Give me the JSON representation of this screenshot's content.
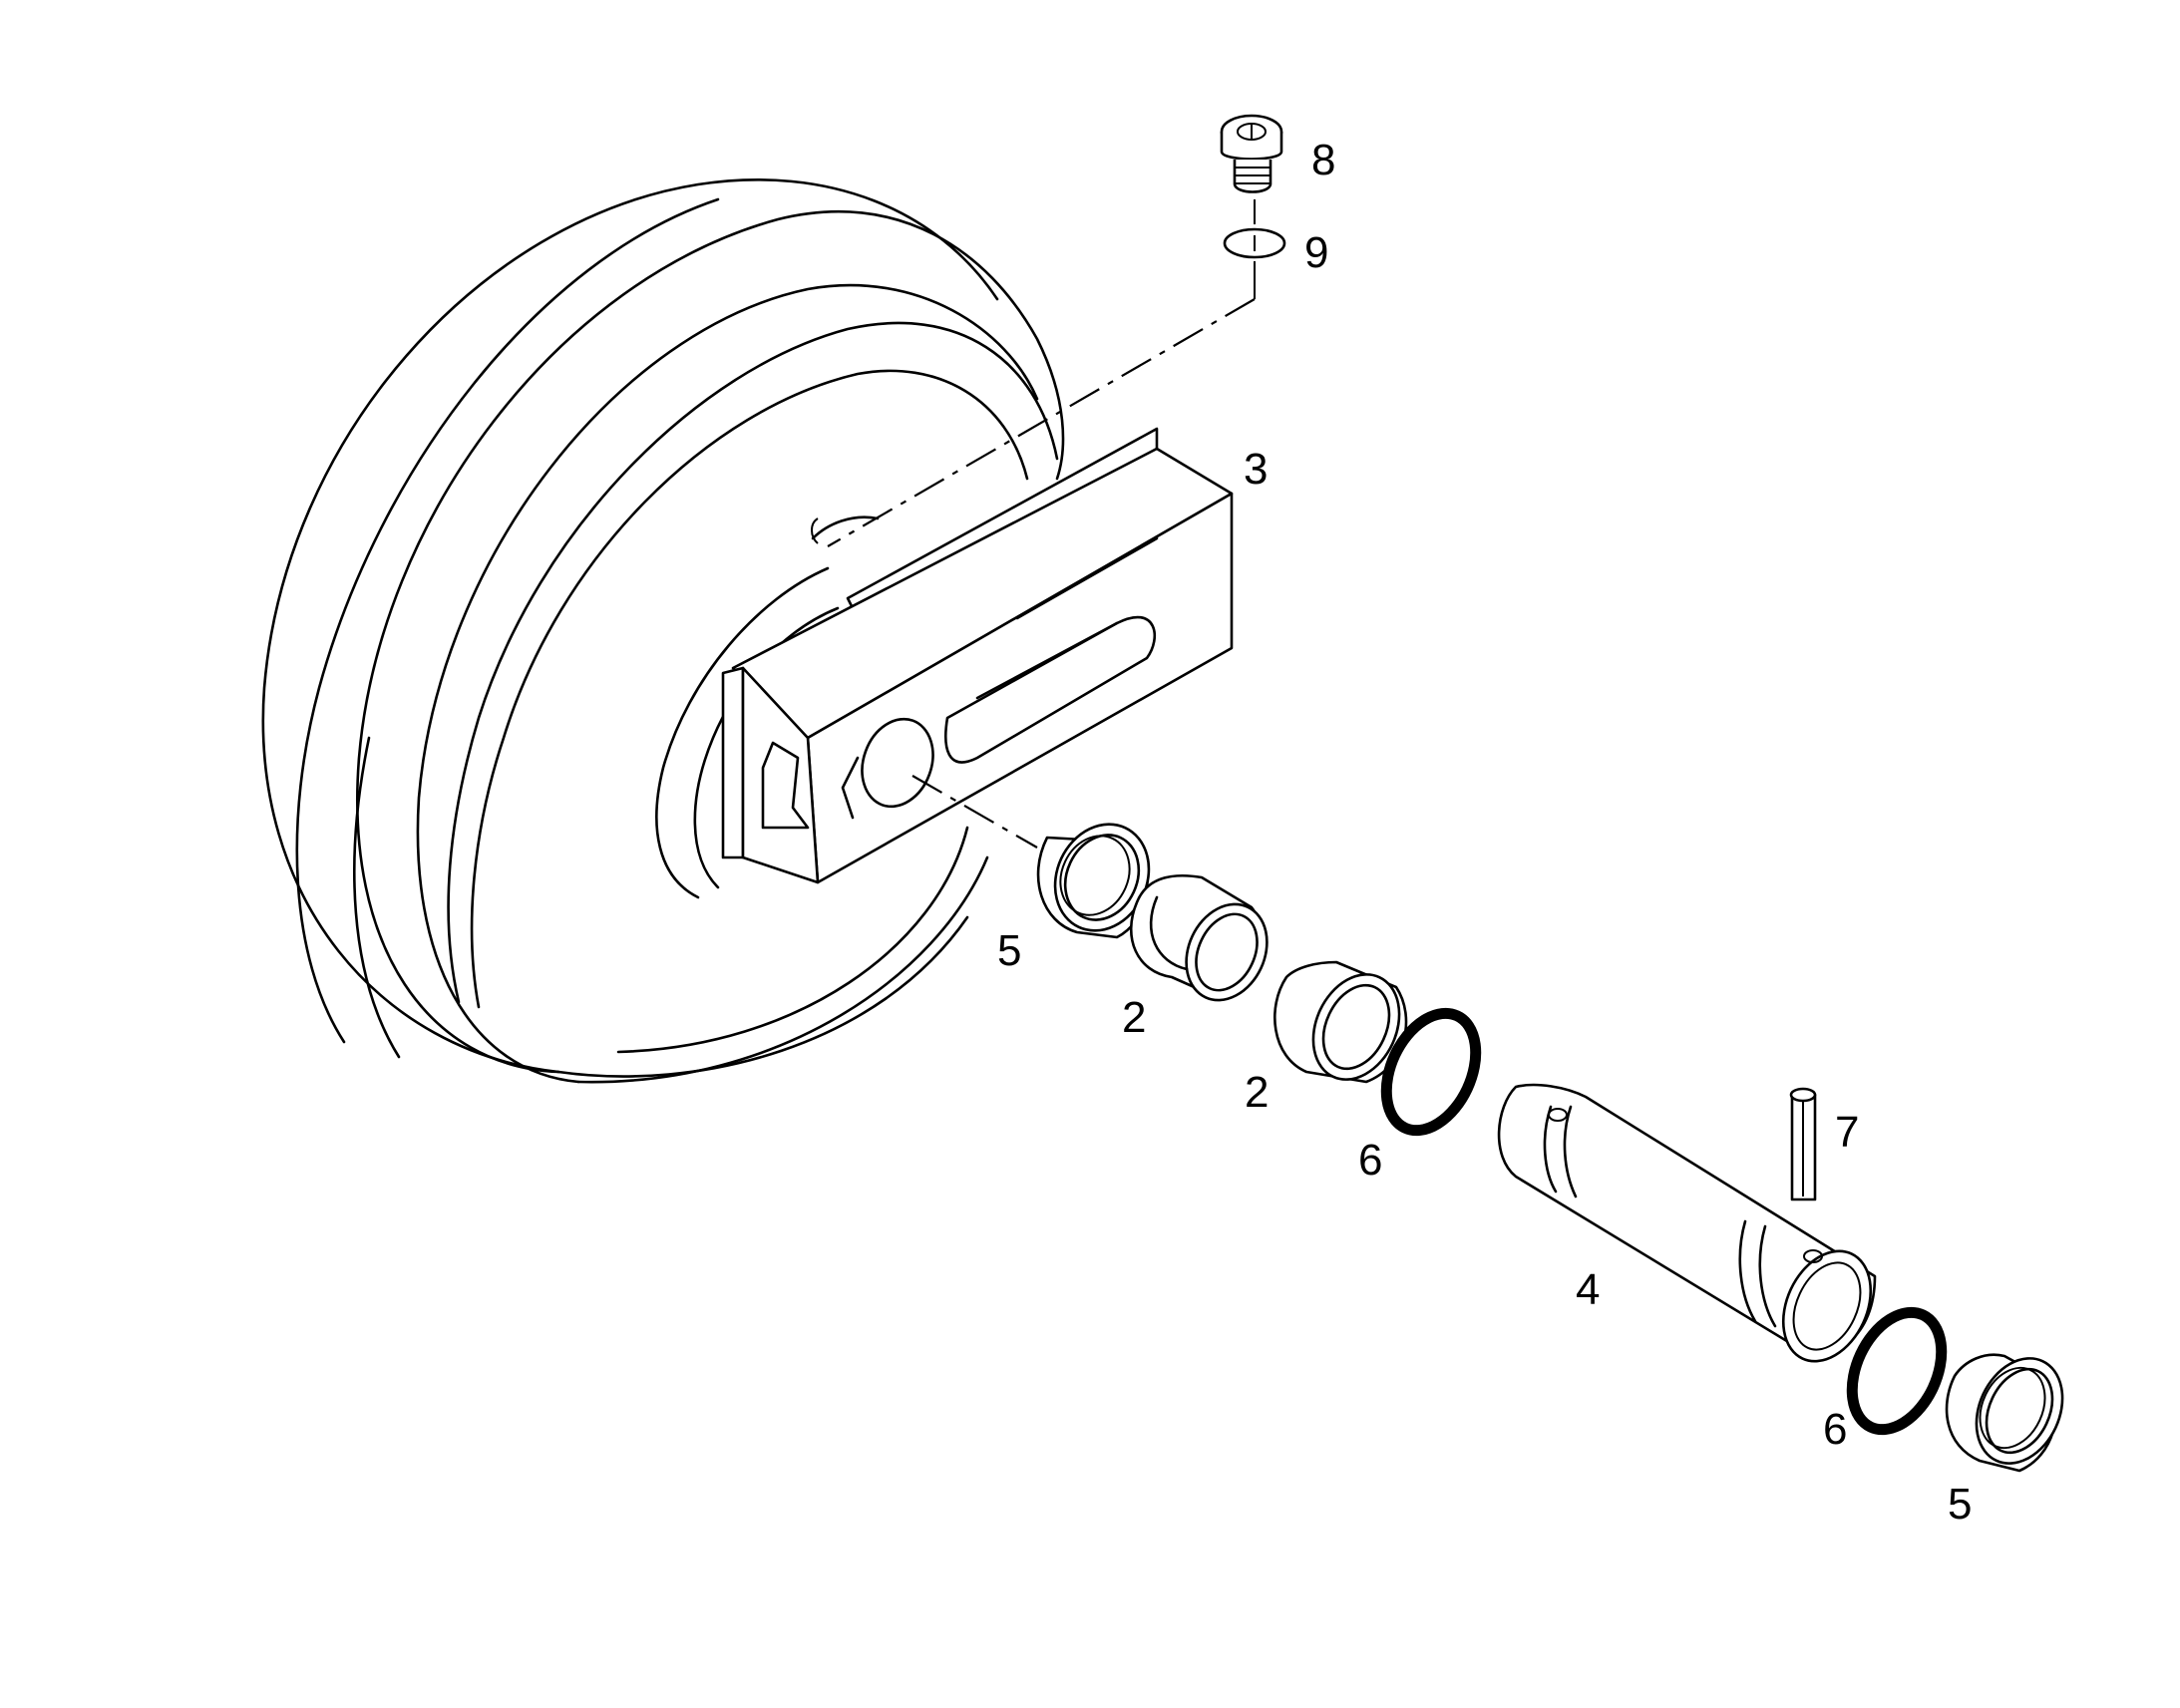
{
  "callouts": {
    "c1": "8",
    "c2": "9",
    "c3": "3",
    "c4": "5",
    "c5": "2",
    "c6": "2",
    "c7": "6",
    "c8": "7",
    "c9": "4",
    "c10": "6",
    "c11": "5"
  }
}
